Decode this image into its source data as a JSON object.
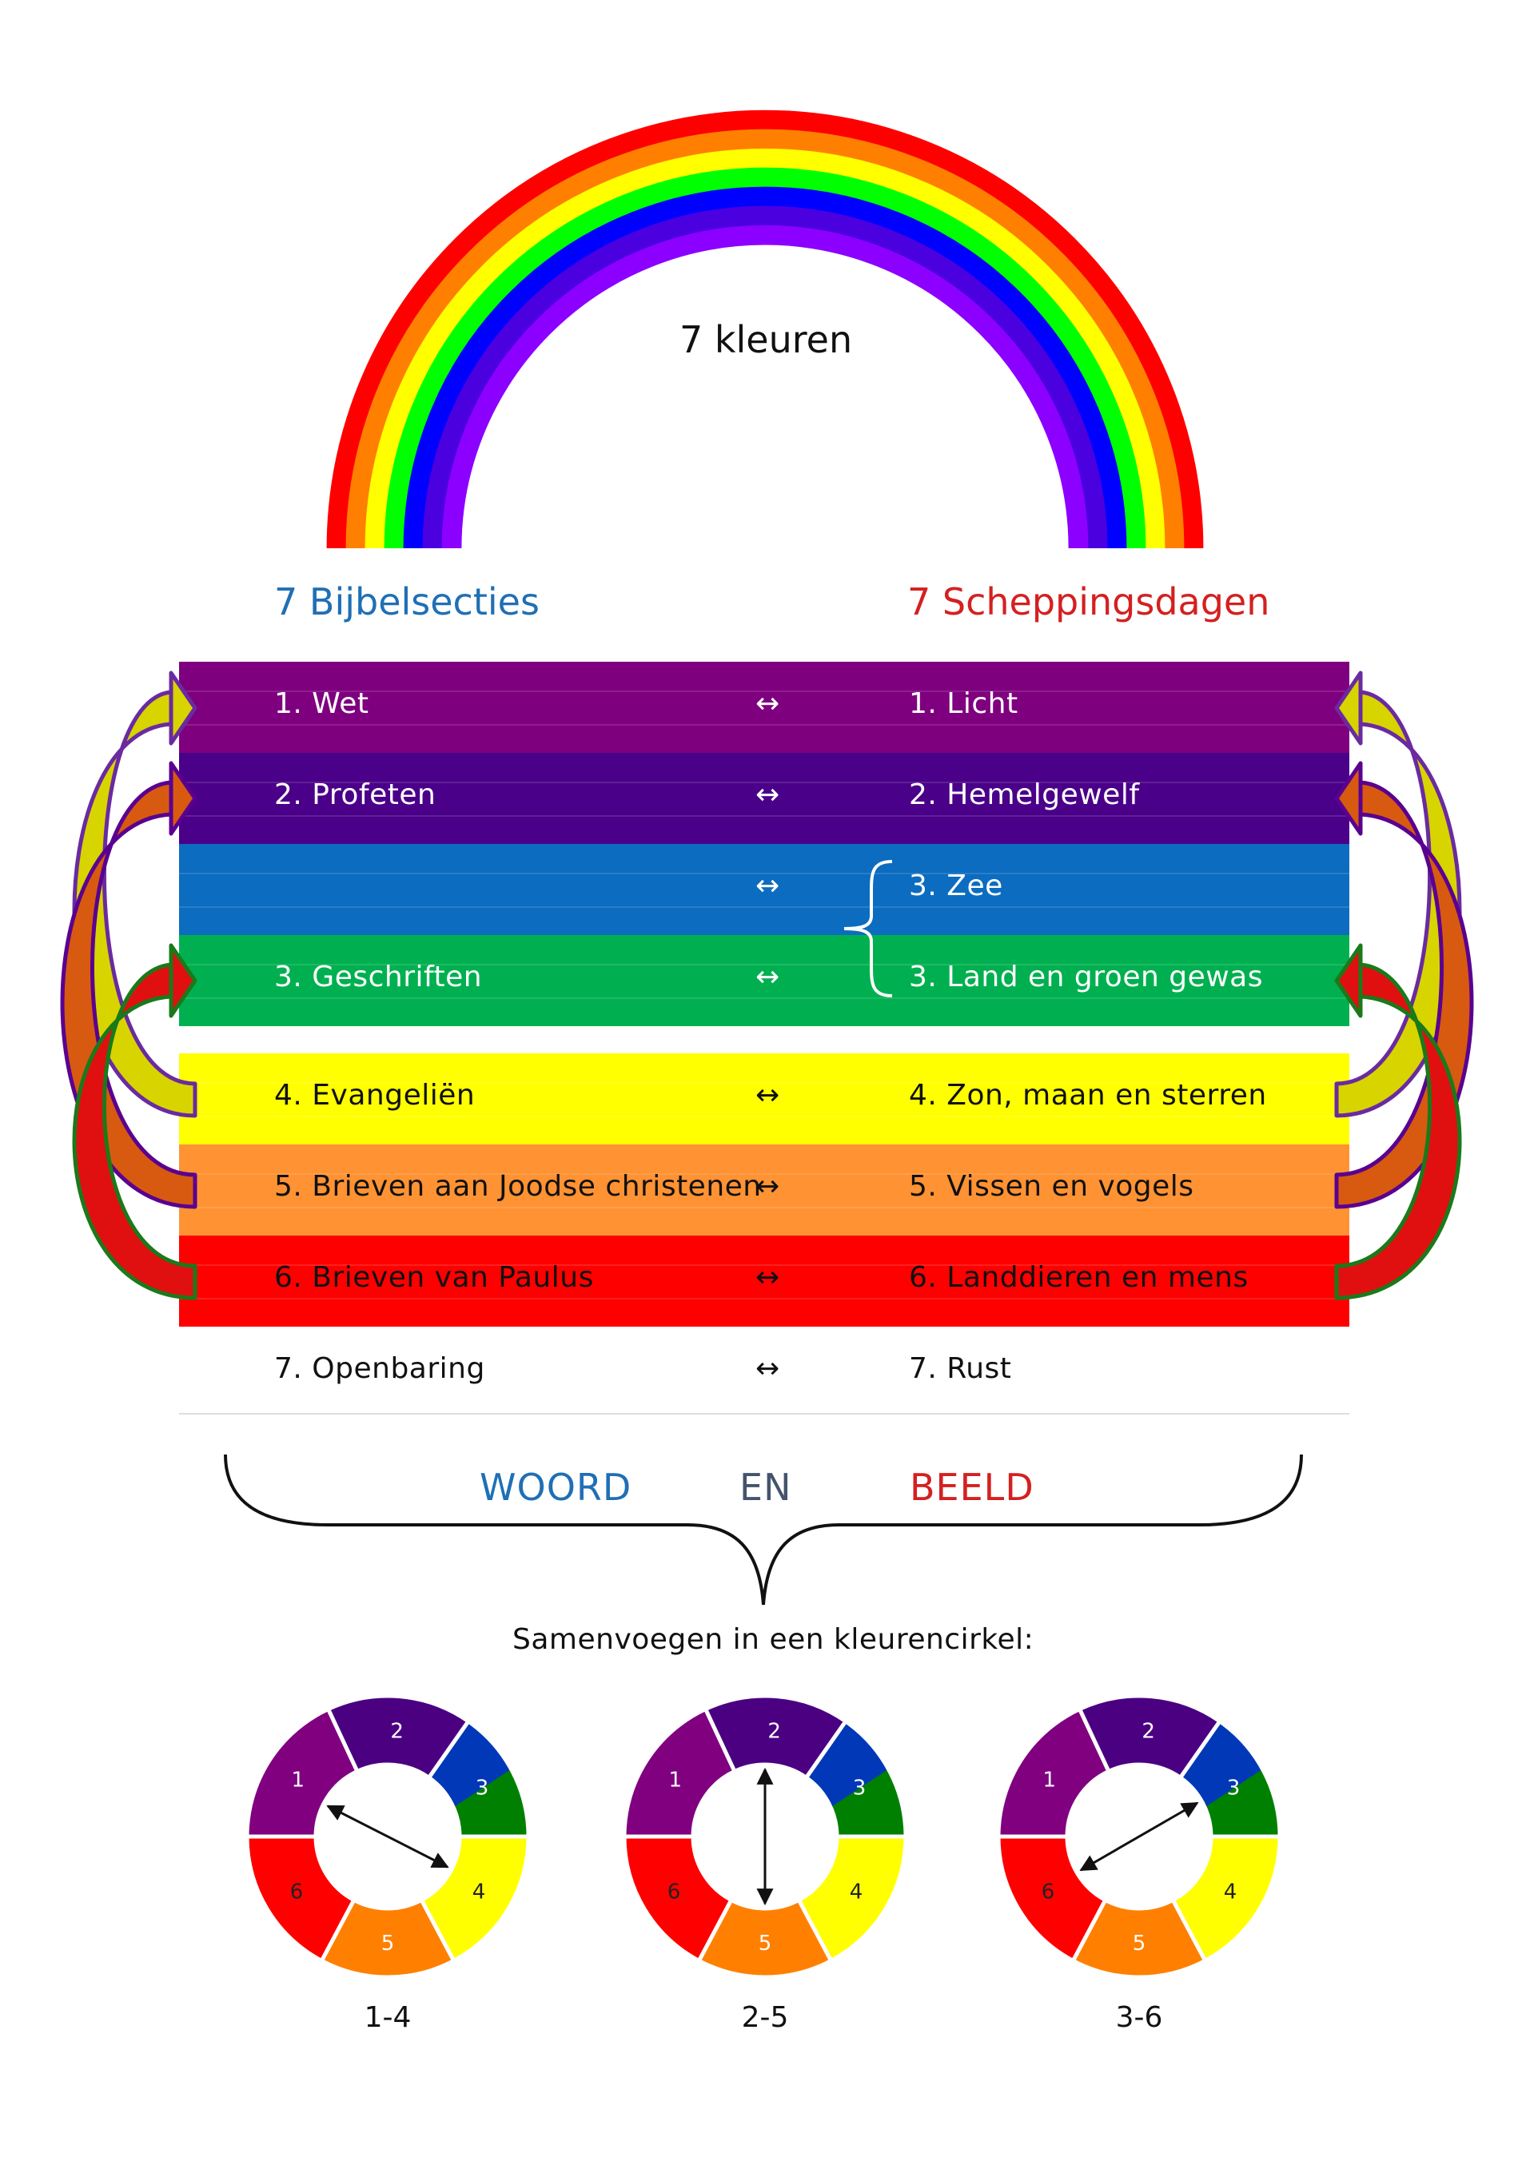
{
  "rainbow": {
    "label": "7 kleuren",
    "colors": [
      "#ff0000",
      "#ff7f00",
      "#ffff00",
      "#00ff00",
      "#0000ff",
      "#4b00e0",
      "#8b00ff"
    ]
  },
  "headings": {
    "left": "7 Bijbelsecties",
    "left_color": "#1f6fb5",
    "right": "7 Scheppingsdagen",
    "right_color": "#d42020"
  },
  "rows": [
    {
      "left": "1. Wet",
      "arrow": "↔",
      "right": "1. Licht",
      "color": "#7f007f",
      "text": "light"
    },
    {
      "left": "2. Profeten",
      "arrow": "↔",
      "right": "2. Hemelgewelf",
      "color": "#4a0088",
      "text": "light"
    },
    {
      "left": "",
      "arrow": "↔",
      "right": "3. Zee",
      "color": "#0c6cc0",
      "text": "light"
    },
    {
      "left": "3. Geschriften",
      "arrow": "↔",
      "right": "3. Land en groen gewas",
      "color": "#00b050",
      "text": "light"
    },
    {
      "left": "4. Evangeliën",
      "arrow": "↔",
      "right": "4. Zon, maan en sterren",
      "color": "#ffff00",
      "text": "dark"
    },
    {
      "left": "5. Brieven aan Joodse christenen",
      "arrow": "↔",
      "right": "5. Vissen en vogels",
      "color": "#ff9233",
      "text": "dark"
    },
    {
      "left": "6. Brieven van Paulus",
      "arrow": "↔",
      "right": "6. Landdieren en mens",
      "color": "#ff0000",
      "text": "dark"
    },
    {
      "left": "7. Openbaring",
      "arrow": "↔",
      "right": "7. Rust",
      "color": "#ffffff",
      "text": "dark"
    }
  ],
  "combine": {
    "woord": "WOORD",
    "woord_color": "#1f6fb5",
    "en": "EN",
    "en_color": "#44546a",
    "beeld": "BEELD",
    "beeld_color": "#d42020",
    "caption": "Samenvoegen in een kleurencirkel:"
  },
  "wheels": [
    {
      "label": "1-4",
      "pair": [
        1,
        4
      ]
    },
    {
      "label": "2-5",
      "pair": [
        2,
        5
      ]
    },
    {
      "label": "3-6",
      "pair": [
        3,
        6
      ]
    }
  ],
  "wheel_segments": [
    {
      "number": "1",
      "color": "#800080"
    },
    {
      "number": "2",
      "color": "#4b0082"
    },
    {
      "number": "3",
      "color": "#0038b8",
      "color2": "#008000"
    },
    {
      "number": "4",
      "color": "#ffff00"
    },
    {
      "number": "5",
      "color": "#ff8000"
    },
    {
      "number": "6",
      "color": "#ff0000"
    }
  ]
}
